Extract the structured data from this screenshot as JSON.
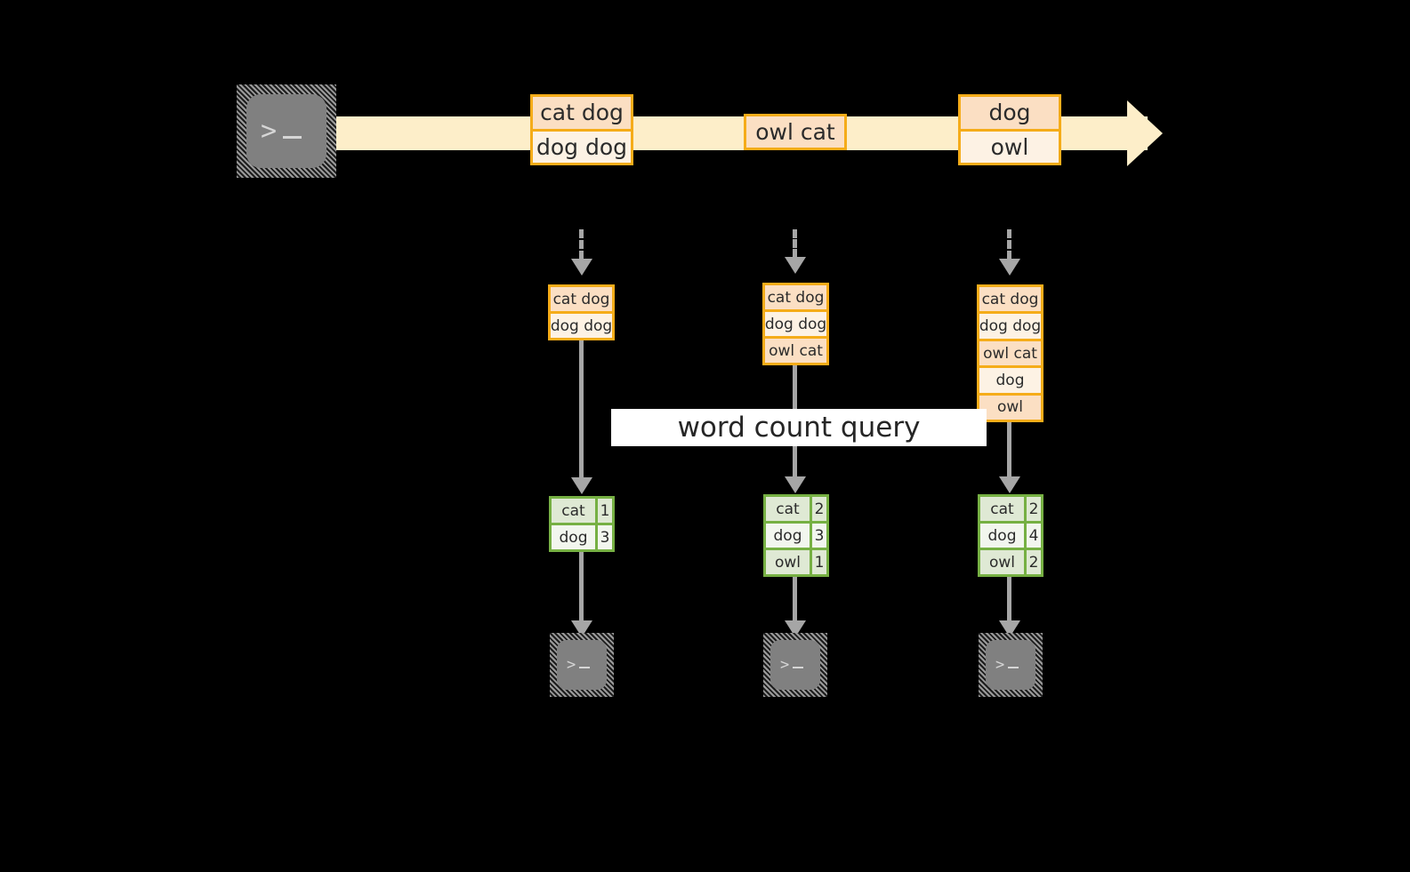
{
  "diagram": {
    "title_label": "word count query",
    "colors": {
      "background": "#000000",
      "stream_fill": "#fdeec9",
      "message_border": "#f5ac19",
      "message_fill": "#fdf2e4",
      "message_fill_shaded": "#fbdfc3",
      "result_border": "#76b043",
      "result_fill": "#f2f6ee",
      "result_fill_shaded": "#dfe9d4",
      "arrow_gray": "#a6a6a6",
      "terminal_gray": "#808080",
      "label_fill": "#ffffff"
    },
    "producer": {
      "icon": "terminal-icon",
      "prompt": ">"
    },
    "stream": {
      "icon": "right-arrow",
      "messages": [
        {
          "lines": [
            "cat dog",
            "dog dog"
          ]
        },
        {
          "lines": [
            "owl cat"
          ]
        },
        {
          "lines": [
            "dog",
            "owl"
          ]
        }
      ]
    },
    "columns": [
      {
        "name": "snapshot-1",
        "buffer": [
          "cat dog",
          "dog dog"
        ],
        "results": [
          {
            "word": "cat",
            "count": "1"
          },
          {
            "word": "dog",
            "count": "3"
          }
        ],
        "consumer": {
          "icon": "terminal-icon",
          "prompt": ">"
        }
      },
      {
        "name": "snapshot-2",
        "buffer": [
          "cat dog",
          "dog dog",
          "owl cat"
        ],
        "results": [
          {
            "word": "cat",
            "count": "2"
          },
          {
            "word": "dog",
            "count": "3"
          },
          {
            "word": "owl",
            "count": "1"
          }
        ],
        "consumer": {
          "icon": "terminal-icon",
          "prompt": ">"
        }
      },
      {
        "name": "snapshot-3",
        "buffer": [
          "cat dog",
          "dog dog",
          "owl cat",
          "dog",
          "owl"
        ],
        "results": [
          {
            "word": "cat",
            "count": "2"
          },
          {
            "word": "dog",
            "count": "4"
          },
          {
            "word": "owl",
            "count": "2"
          }
        ],
        "consumer": {
          "icon": "terminal-icon",
          "prompt": ">"
        }
      }
    ]
  }
}
